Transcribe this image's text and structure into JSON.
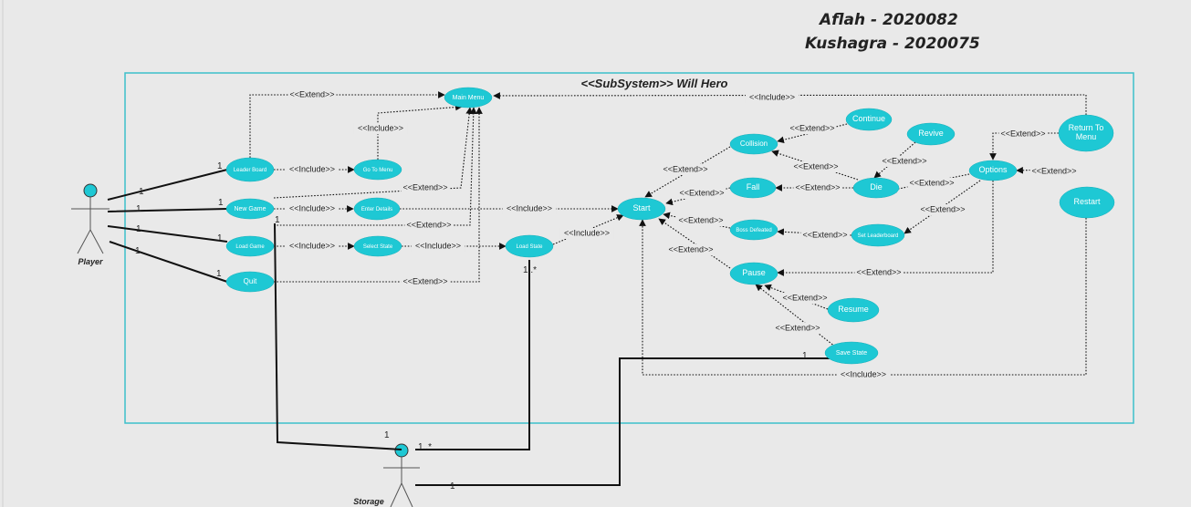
{
  "authors": [
    "Aflah - 2020082",
    "Kushagra - 2020075"
  ],
  "system": {
    "title": "<<SubSystem>> Will Hero"
  },
  "actors": {
    "player": "Player",
    "storage": "Storage"
  },
  "use_cases": {
    "main_menu": "Main Menu",
    "leader_board": "Leader Board",
    "go_to_menu": "Go To Menu",
    "new_game": "New Game",
    "enter_details": "Enter Details",
    "load_game": "Load Game",
    "select_state": "Select State",
    "load_state": "Load State",
    "quit": "Quit",
    "start": "Start",
    "collision": "Collision",
    "continue": "Continue",
    "revive": "Revive",
    "fall": "Fall",
    "die": "Die",
    "options": "Options",
    "return_to_menu": "Return To Menu",
    "restart": "Restart",
    "boss_defeated": "Boss Defeated",
    "set_leaderboard": "Set Leaderboard",
    "pause": "Pause",
    "resume": "Resume",
    "save_state": "Save State"
  },
  "relations": {
    "extend": "<<Extend>>",
    "include": "<<Include>>"
  },
  "multiplicities": {
    "one": "1",
    "one_or_more": "1..*"
  },
  "colors": {
    "use_case_fill": "#1ec8d4",
    "frame_border": "#3cbfcb",
    "background": "#e9e9e9",
    "line": "#111111",
    "actor_head": "#1ec8d4"
  }
}
